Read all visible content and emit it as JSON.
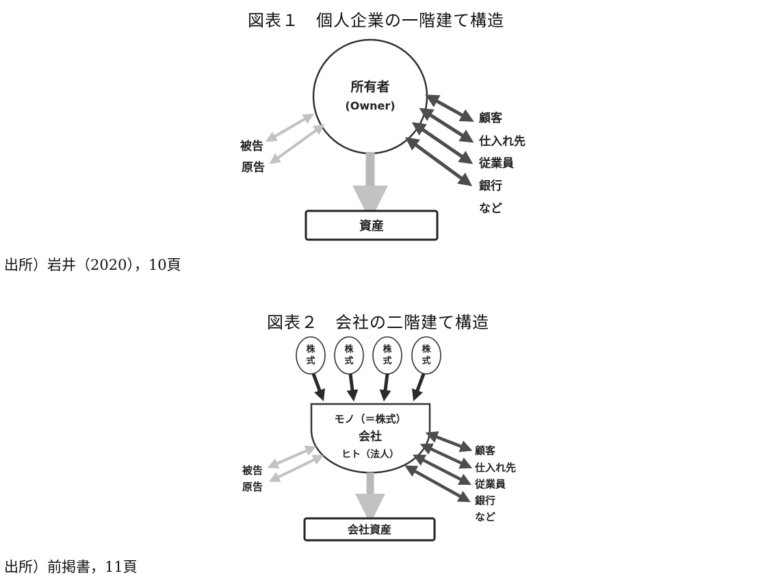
{
  "figure1": {
    "title": "図表１　個人企業の一階建て構造",
    "owner_label": "所有者",
    "owner_sub": "(Owner)",
    "asset_label": "資産",
    "left_labels": [
      "被告",
      "原告"
    ],
    "right_labels": [
      "顧客",
      "仕入れ先",
      "従業員",
      "銀行",
      "など"
    ],
    "source": "出所）岩井（2020），10頁"
  },
  "figure2": {
    "title": "図表２　会社の二階建て構造",
    "share_labels": [
      "株式",
      "株式",
      "株式",
      "株式"
    ],
    "company_top": "モノ（＝株式）",
    "company_main": "会社",
    "company_sub": "ヒト（法人）",
    "asset_label": "会社資産",
    "left_labels": [
      "被告",
      "原告"
    ],
    "right_labels": [
      "顧客",
      "仕入れ先",
      "従業員",
      "銀行",
      "など"
    ],
    "source": "出所）前掲書，11頁"
  }
}
